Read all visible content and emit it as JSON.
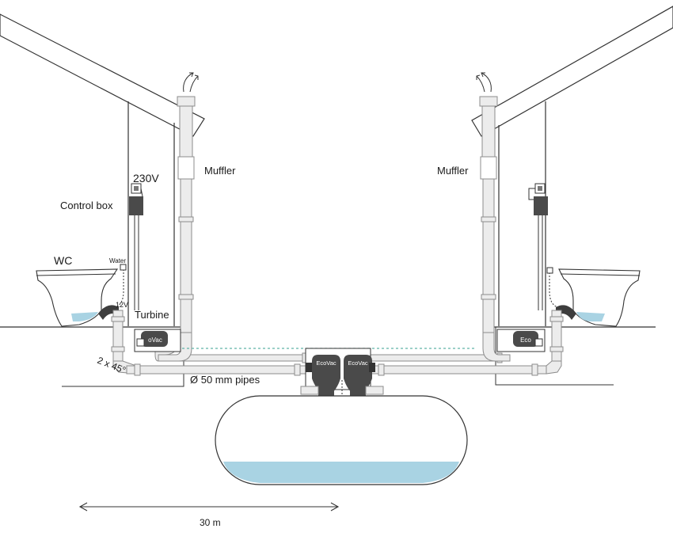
{
  "labels": {
    "voltage_230": "230V",
    "muffler_left": "Muffler",
    "muffler_right": "Muffler",
    "control_box": "Control box",
    "wc": "WC",
    "water": "Water",
    "voltage_12": "12V",
    "turbine": "Turbine",
    "elbows": "2 x 45°",
    "pipes": "Ø 50 mm pipes",
    "distance": "30 m"
  },
  "devices": {
    "brand_left": "EcoVac",
    "brand_right": "EcoVac",
    "turbine_left": "oVac",
    "turbine_right": "Eco"
  },
  "colors": {
    "water": "#a9d3e3",
    "device": "#4a4a4a",
    "pipe": "#ececec",
    "dashed_line": "#5fb3a8",
    "arrow": "#8cc4dc"
  }
}
